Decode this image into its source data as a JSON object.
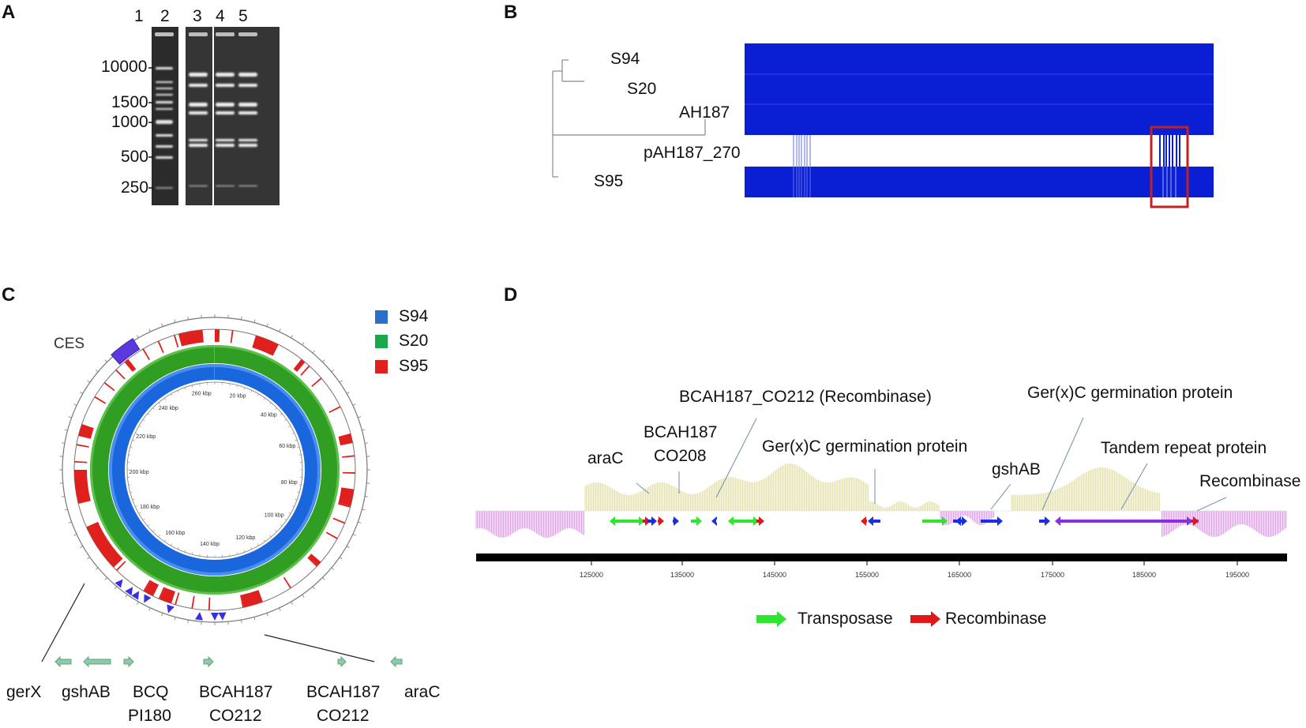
{
  "panelA": {
    "letter": "A",
    "lanes": [
      "1",
      "2",
      "3",
      "4",
      "5"
    ],
    "markers": [
      "10000",
      "1500",
      "1000",
      "500",
      "250"
    ]
  },
  "panelB": {
    "letter": "B",
    "tree_labels": [
      "S94",
      "S20",
      "AH187",
      "pAH187_270",
      "S95"
    ]
  },
  "panelC": {
    "letter": "C",
    "ces_label": "CES",
    "legend": [
      {
        "name": "S94",
        "color": "#2a6fc9"
      },
      {
        "name": "S20",
        "color": "#1aa84a"
      },
      {
        "name": "S95",
        "color": "#e0201c"
      }
    ],
    "ring_ticks": [
      "260 kbp",
      "20 kbp",
      "40 kbp",
      "60 kbp",
      "80 kbp",
      "100 kbp",
      "120 kbp",
      "140 kbp",
      "160 kbp",
      "180 kbp",
      "200 kbp",
      "220 kbp",
      "240 kbp"
    ],
    "genes": [
      {
        "line1": "gerX",
        "line2": ""
      },
      {
        "line1": "gshAB",
        "line2": ""
      },
      {
        "line1": "BCQ",
        "line2": "PI180"
      },
      {
        "line1": "BCAH187",
        "line2": "CO212"
      },
      {
        "line1": "BCAH187",
        "line2": "CO212"
      },
      {
        "line1": "araC",
        "line2": ""
      }
    ]
  },
  "panelD": {
    "letter": "D",
    "annotations": {
      "recombinase_co212": "BCAH187_CO212 (Recombinase)",
      "gerxc_right": "Ger(x)C germination protein",
      "bcah_co208_1": "BCAH187",
      "bcah_co208_2": "CO208",
      "arac": "araC",
      "gerxc_mid": "Ger(x)C germination protein",
      "gshab": "gshAB",
      "tandem": "Tandem repeat protein",
      "recombinase": "Recombinase"
    },
    "axis_ticks": [
      "125000",
      "135000",
      "145000",
      "155000",
      "165000",
      "175000",
      "185000",
      "195000"
    ],
    "legend": [
      {
        "name": "Transposase",
        "color": "#2ee62e"
      },
      {
        "name": "Recombinase",
        "color": "#e01818"
      }
    ]
  }
}
